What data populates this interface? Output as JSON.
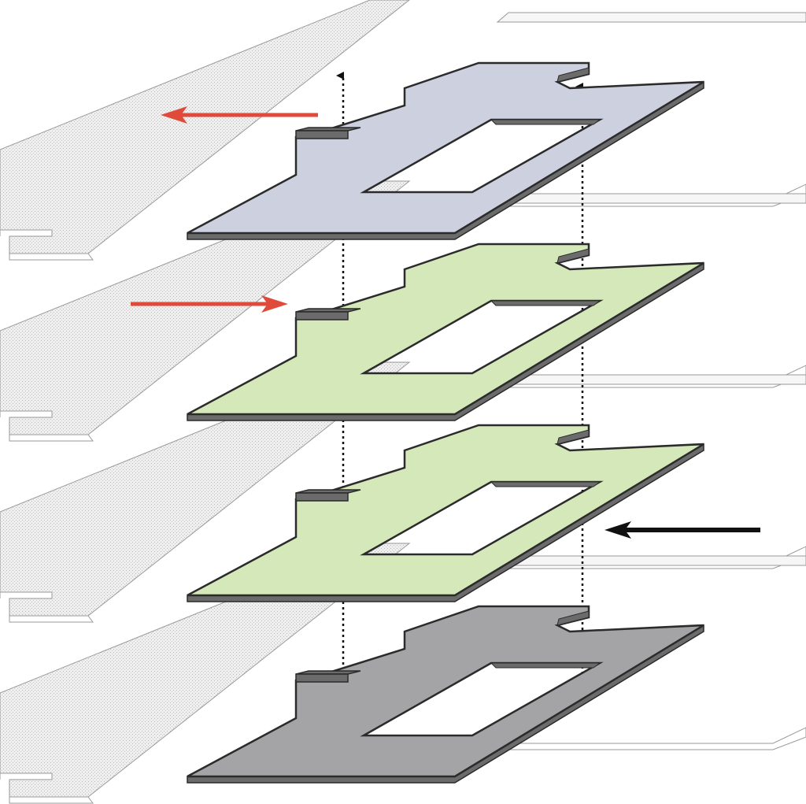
{
  "diagram": {
    "kind": "exploded isometric floor plates",
    "layers": [
      {
        "role": "top",
        "fill": "#ccd0df"
      },
      {
        "role": "upper-middle",
        "fill": "#d5e8ba"
      },
      {
        "role": "lower-middle",
        "fill": "#d5e8ba"
      },
      {
        "role": "bottom",
        "fill": "#a4a4a7"
      }
    ],
    "background_plate_fill": "#eeeeee",
    "edge_color": "#2b2b2b",
    "edge_side_color": "#6b6b6b",
    "arrows": [
      {
        "name": "red-arrow-left",
        "color": "#e04a3a",
        "direction": "left"
      },
      {
        "name": "red-arrow-right",
        "color": "#e04a3a",
        "direction": "right"
      },
      {
        "name": "black-arrow-left",
        "color": "#111111",
        "direction": "left"
      }
    ],
    "vertical_links": [
      {
        "name": "left-vertical-dotted-link",
        "arrowhead": true
      },
      {
        "name": "right-vertical-dotted-link",
        "arrowhead": true
      }
    ]
  }
}
